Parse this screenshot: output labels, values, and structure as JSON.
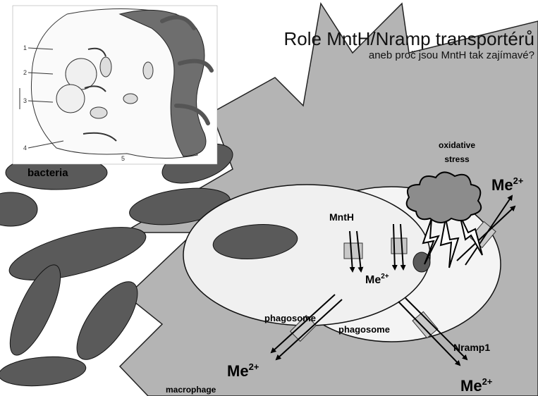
{
  "slide": {
    "title": "Role MntH/Nramp transportérů",
    "subtitle": "aneb proč jsou MntH tak zajímavé?"
  },
  "labels": {
    "bacteria": "bacteria",
    "mnth": "MntH",
    "oxidative_line1": "oxidative",
    "oxidative_line2": "stress",
    "phagosome_left": "phagosome",
    "phagosome_right": "phagosome",
    "nramp1": "Nramp1",
    "macrophage": "macrophage"
  },
  "ions": {
    "symbol": "Me",
    "charge": "2+"
  },
  "inset_numbers": [
    "1",
    "2",
    "3",
    "4",
    "5"
  ],
  "colors": {
    "macrophage_fill": "#b4b4b4",
    "bacteria_fill": "#5a5a5a",
    "phagosome_fill": "#f2f2f2",
    "transporter_fill": "#c8c8c8",
    "cell_membrane_dark": "#6e6e6e"
  }
}
